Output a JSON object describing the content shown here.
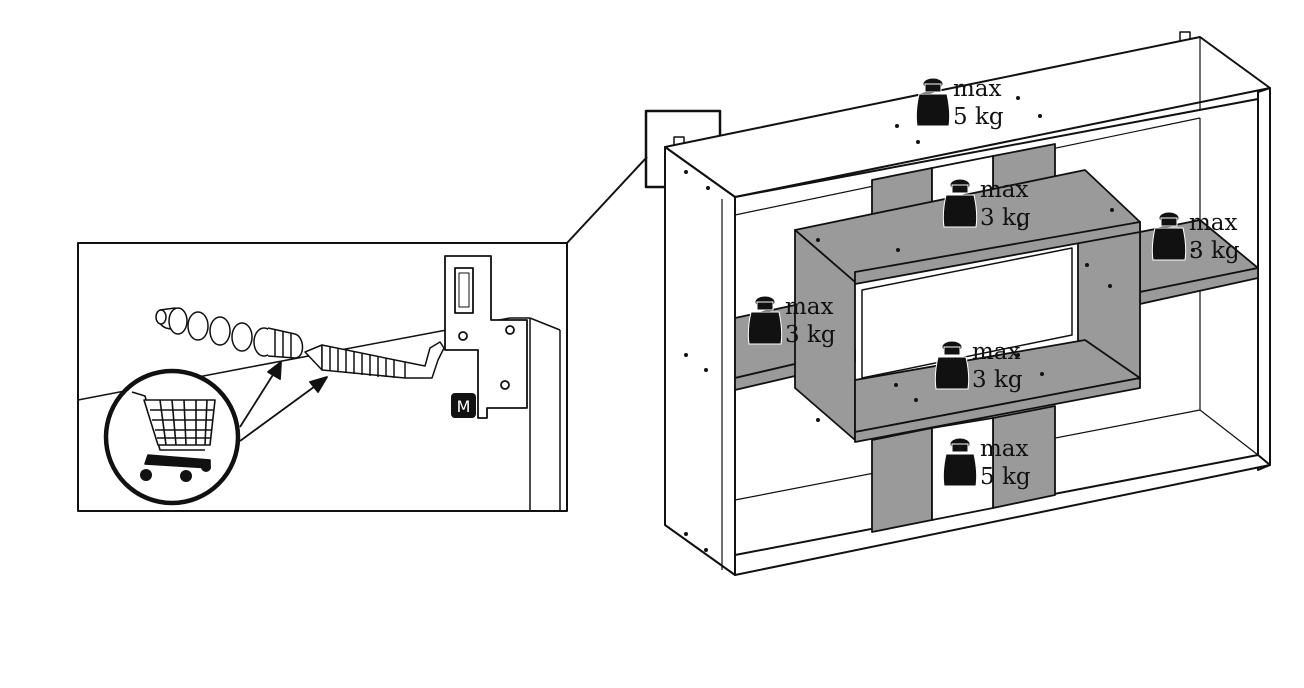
{
  "detail": {
    "part_badge": "M",
    "icons": [
      "cart-icon",
      "wall-plug-icon",
      "screw-hook-icon",
      "hanging-bracket-icon"
    ]
  },
  "shelf": {
    "load_word": "max",
    "loads": [
      {
        "id": "top",
        "amount": "5 kg"
      },
      {
        "id": "upper-center",
        "amount": "3 kg"
      },
      {
        "id": "right",
        "amount": "3 kg"
      },
      {
        "id": "left",
        "amount": "3 kg"
      },
      {
        "id": "middle",
        "amount": "3 kg"
      },
      {
        "id": "bottom",
        "amount": "5 kg"
      }
    ]
  },
  "colors": {
    "line": "#111111",
    "shelf_gray": "#9a9a9a",
    "weight": "#111111"
  }
}
